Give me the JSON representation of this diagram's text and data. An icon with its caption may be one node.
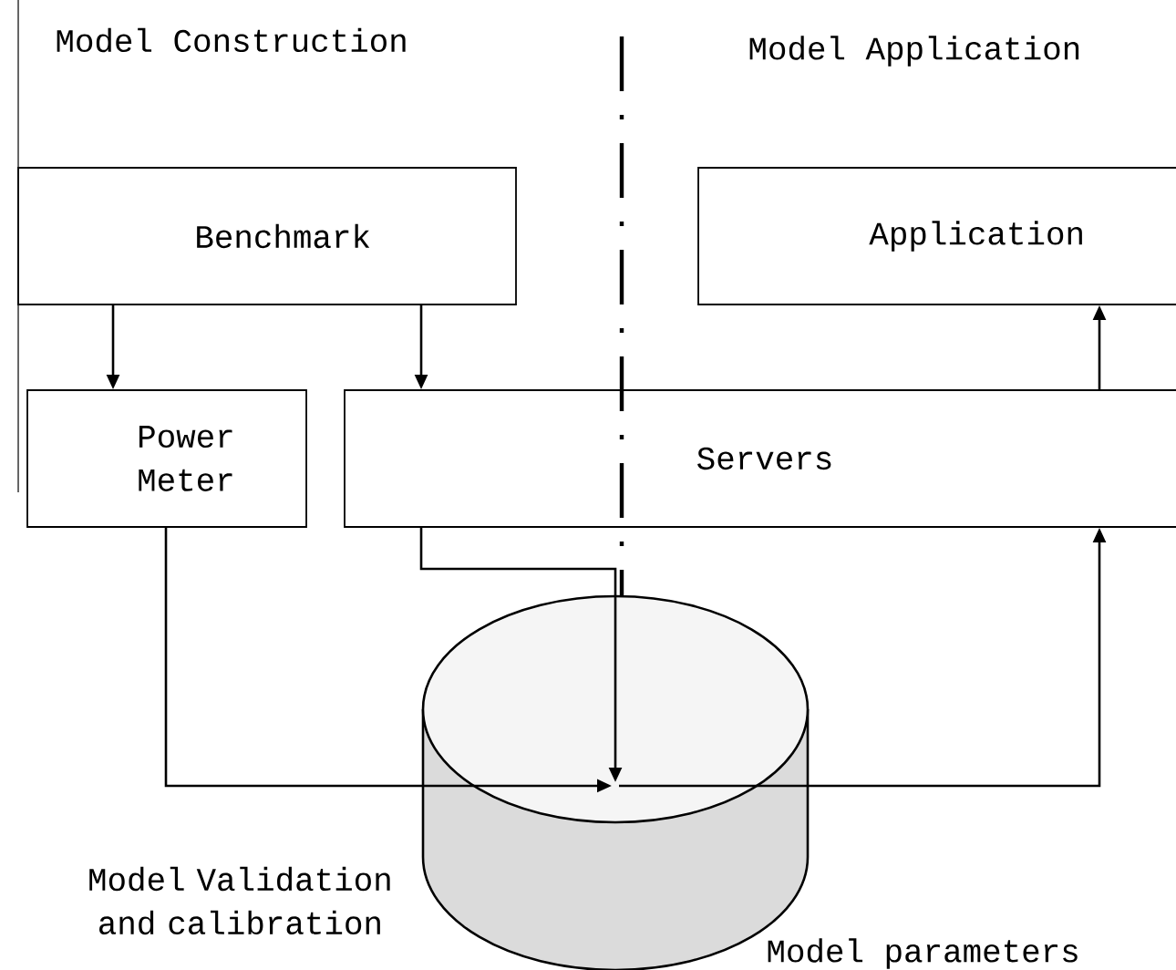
{
  "diagram": {
    "nodes": [
      {
        "text": [
          "Benchmark"
        ]
      },
      {
        "text": [
          "Application"
        ]
      },
      {
        "text": [
          "Power Meter"
        ]
      },
      {
        "text": [
          "Servers"
        ]
      },
      {
        "text": [],
        "shape": "cylinder",
        "beside": [
          "Model parameters"
        ]
      }
    ],
    "edges": [
      {
        "from": 0,
        "to": 2,
        "arrow": "to"
      },
      {
        "from": 0,
        "to": 3,
        "arrow": "to"
      },
      {
        "from": 3,
        "to": 1,
        "arrow": "to"
      },
      {
        "from": 2,
        "to": 4,
        "arrow": "to"
      },
      {
        "from": 3,
        "to": 4,
        "arrow": "to"
      },
      {
        "from": 4,
        "to": 3,
        "arrow": "to"
      }
    ],
    "labels": [
      "Model Construction",
      "Model Application",
      "Model Validation and calibration"
    ]
  }
}
